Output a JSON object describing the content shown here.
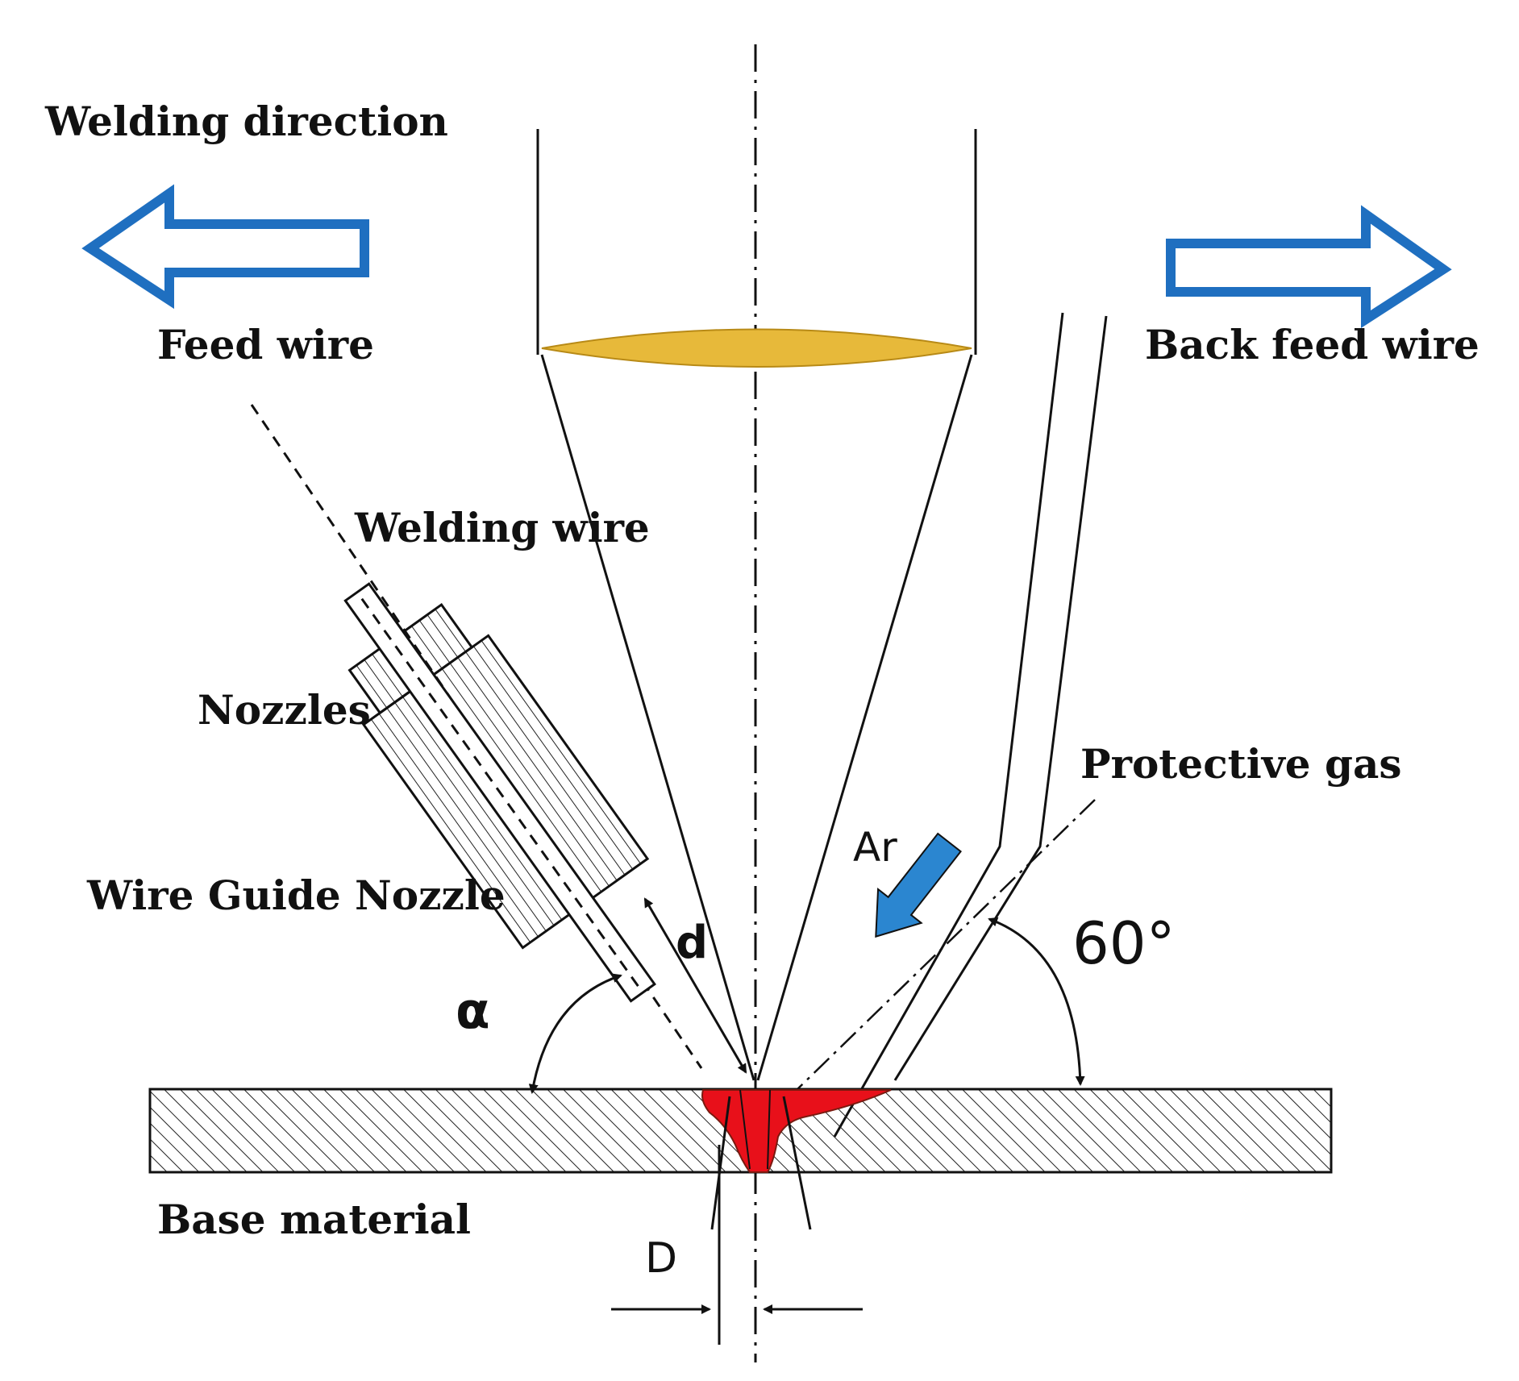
{
  "labels": {
    "welding_direction": "Welding direction",
    "feed_wire": "Feed wire",
    "back_feed_wire": "Back feed wire",
    "welding_wire": "Welding wire",
    "nozzles": "Nozzles",
    "protective_gas": "Protective gas",
    "wire_guide_nozzle": "Wire Guide Nozzle",
    "base_material": "Base material"
  },
  "symbols": {
    "ar": "Ar",
    "d_small": "d",
    "alpha": "α",
    "angle_60": "60°",
    "d_cap": "D"
  },
  "colors": {
    "arrow_blue": "#1f6fc0",
    "lens_gold": "#e7b93a",
    "weld_pool_red": "#e8101a",
    "gas_blue": "#2b86d0",
    "line": "#111111"
  },
  "icons": {
    "left_arrow": "hollow-left-arrow-icon",
    "right_arrow": "hollow-right-arrow-icon",
    "gas_arrow": "gas-flow-arrow-icon"
  }
}
